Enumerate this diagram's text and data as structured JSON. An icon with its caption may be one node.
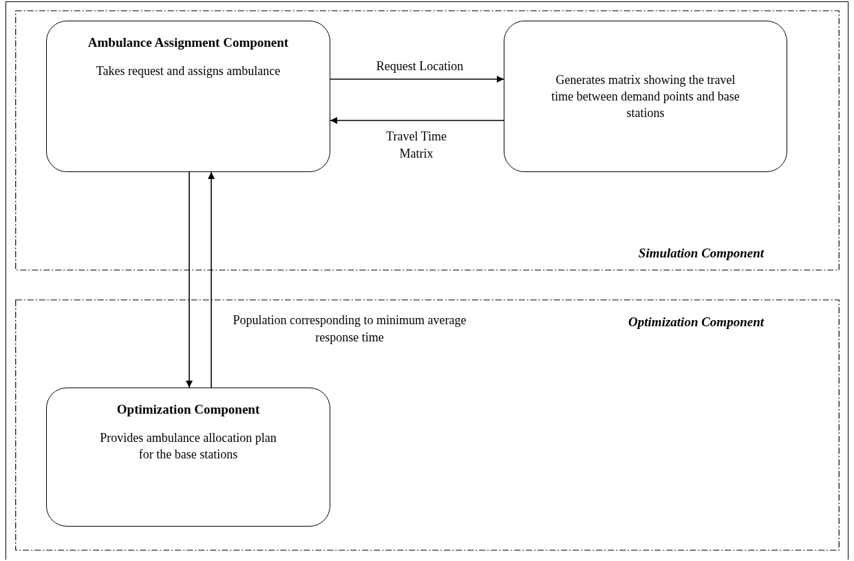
{
  "diagram": {
    "nodes": [
      {
        "text": [
          "Simulation Component"
        ]
      },
      {
        "text": [
          "Ambulance Assignment Component",
          "Takes request and assigns ambulance"
        ],
        "in": 0
      },
      {
        "text": [
          "Generates matrix showing the travel time between demand points and base stations"
        ],
        "in": 0
      },
      {
        "text": [
          "Optimization Component"
        ]
      },
      {
        "text": [
          "Optimization Component",
          "Provides ambulance allocation plan for the base stations"
        ],
        "in": 3
      }
    ],
    "edges": [
      {
        "from": 1,
        "to": 2,
        "arrow": "to",
        "label": "Request Location"
      },
      {
        "from": 2,
        "to": 1,
        "arrow": "to",
        "label": "Travel Time Matrix"
      },
      {
        "from": 1,
        "to": 4,
        "arrow": "to"
      },
      {
        "from": 4,
        "to": 1,
        "arrow": "to",
        "label": "Population corresponding to minimum average response time"
      }
    ]
  }
}
